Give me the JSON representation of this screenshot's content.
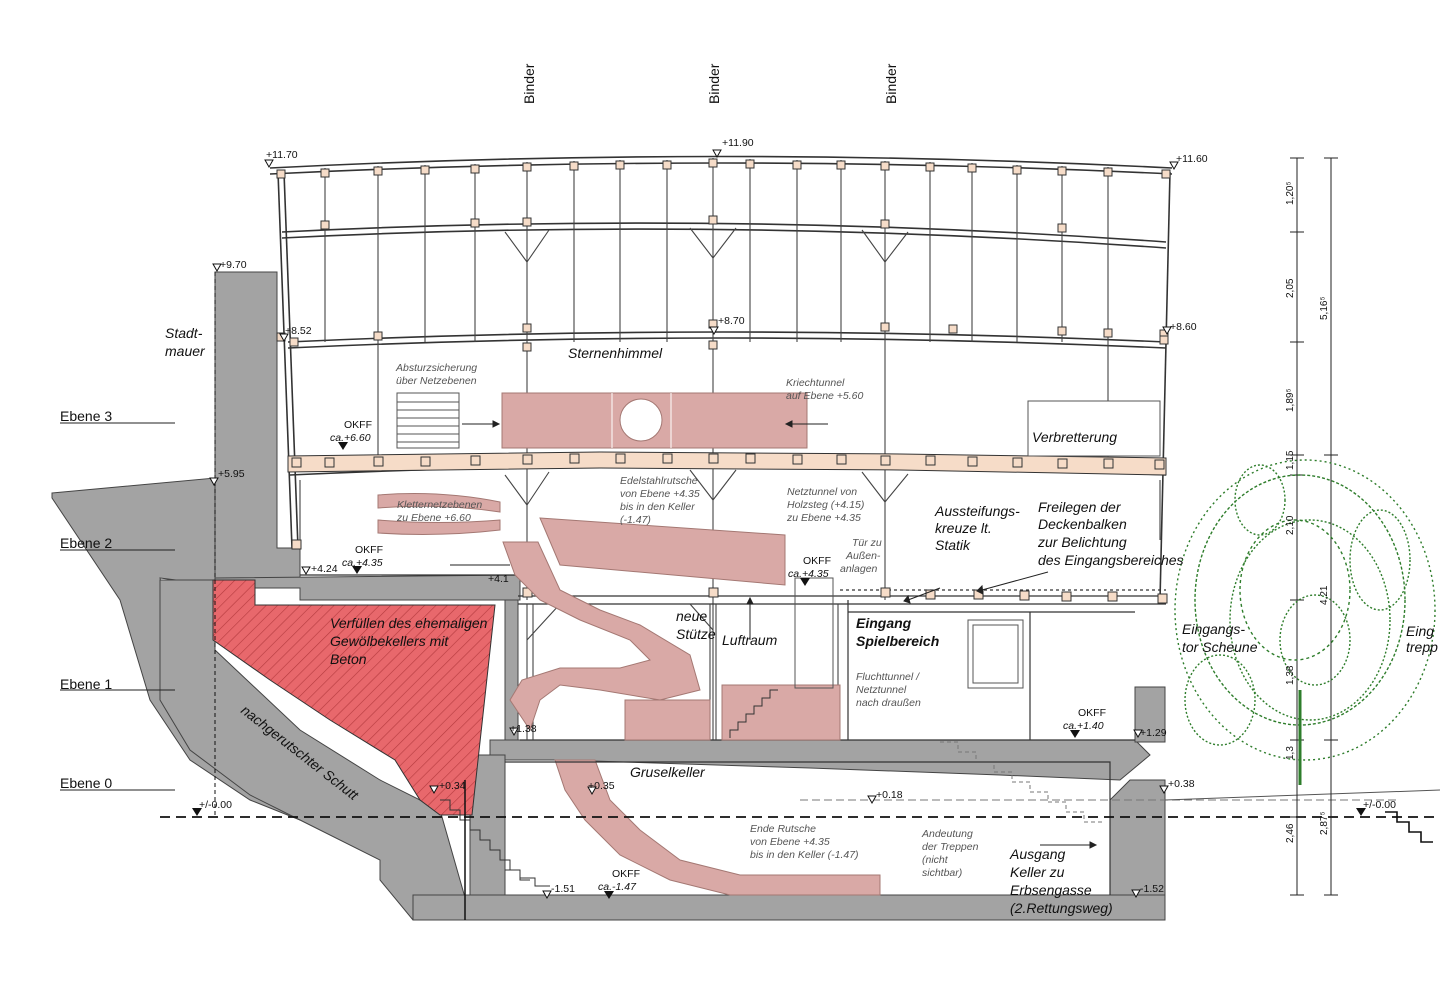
{
  "binders": [
    "Binder",
    "Binder",
    "Binder"
  ],
  "levels": [
    "Ebene 3",
    "Ebene 2",
    "Ebene 1",
    "Ebene 0"
  ],
  "elevations": {
    "top_left": "+11.70",
    "top_mid": "+11.90",
    "top_right": "+11.60",
    "wall_top": "+9.70",
    "l852": "+8.52",
    "l870": "+8.70",
    "l860": "+8.60",
    "l595": "+5.95",
    "l424": "+4.24",
    "l41": "+4.1",
    "l138": "+1.38",
    "l129": "+1.29",
    "l034": "+0.34",
    "l035": "+0.35",
    "l018": "+0.18",
    "l038": "+0.38",
    "zero_left": "+/-0.00",
    "zero_right": "+/-0.00",
    "m151": "-1.51",
    "m152": "-1.52"
  },
  "okff": {
    "l1": "OKFF",
    "v1": "ca.+6.60",
    "l2": "OKFF",
    "v2": "ca.+4.35",
    "l3": "OKFF",
    "v3": "ca.+4.35",
    "l4": "OKFF",
    "v4": "ca.+1.40",
    "l5": "OKFF",
    "v5": "ca.-1.47"
  },
  "labels": {
    "stadtmauer_1": "Stadt-",
    "stadtmauer_2": "mauer",
    "sternenhimmel": "Sternenhimmel",
    "absturz_1": "Absturzsicherung",
    "absturz_2": "über Netzebenen",
    "kriech_1": "Kriechtunnel",
    "kriech_2": "auf Ebene +5.60",
    "verbretterung": "Verbretterung",
    "kletter_1": "Kletternetzebenen",
    "kletter_2": "zu Ebene +6.60",
    "edel_1": "Edelstahlrutsche",
    "edel_2": "von Ebene +4.35",
    "edel_3": "bis in den Keller",
    "edel_4": "(-1.47)",
    "netz_1": "Netztunnel von",
    "netz_2": "Holzsteg (+4.15)",
    "netz_3": "zu Ebene +4.35",
    "tuer_1": "Tür zu",
    "tuer_2": "Außen-",
    "tuer_3": "anlagen",
    "aussteif_1": "Aussteifungs-",
    "aussteif_2": "kreuze lt.",
    "aussteif_3": "Statik",
    "frei_1": "Freilegen der",
    "frei_2": "Deckenbalken",
    "frei_3": "zur Belichtung",
    "frei_4": "des Eingangsbereiches",
    "verf_1": "Verfüllen des ehemaligen",
    "verf_2": "Gewölbekellers mit",
    "verf_3": "Beton",
    "neue_1": "neue",
    "neue_2": "Stütze",
    "luftraum": "Luftraum",
    "eingang_1": "Eingang",
    "eingang_2": "Spielbereich",
    "flucht_1": "Fluchttunnel /",
    "flucht_2": "Netztunnel",
    "flucht_3": "nach draußen",
    "eingangstor_1": "Eingangs-",
    "eingangstor_2": "tor Scheune",
    "eingang_r_1": "Eing",
    "eingang_r_2": "trepp",
    "schutt": "nachgerutschter Schutt",
    "grusel": "Gruselkeller",
    "ende_1": "Ende Rutsche",
    "ende_2": "von Ebene +4.35",
    "ende_3": "bis in den Keller (-1.47)",
    "andeut_1": "Andeutung",
    "andeut_2": "der Treppen",
    "andeut_3": "(nicht",
    "andeut_4": "sichtbar)",
    "ausgang_1": "Ausgang",
    "ausgang_2": "Keller zu",
    "ausgang_3": "Erbsengasse",
    "ausgang_4": "(2.Rettungsweg)"
  },
  "dimensions": {
    "d1": "1,20⁵",
    "d2": "2,05",
    "d3": "1,89⁵",
    "d4": "1,15",
    "d5": "2,10",
    "d6": "1,38",
    "d7": "2,46",
    "d8": "5,16⁵",
    "d9": "4,21",
    "d10": "2,87⁵",
    "d11": "1,3"
  },
  "colors": {
    "masonry": "#a3a3a3",
    "infill": "#e8686c",
    "slide": "#d9a9a6",
    "floor": "#f6dcc8",
    "tree": "#2e7d2b",
    "line": "#222222"
  }
}
